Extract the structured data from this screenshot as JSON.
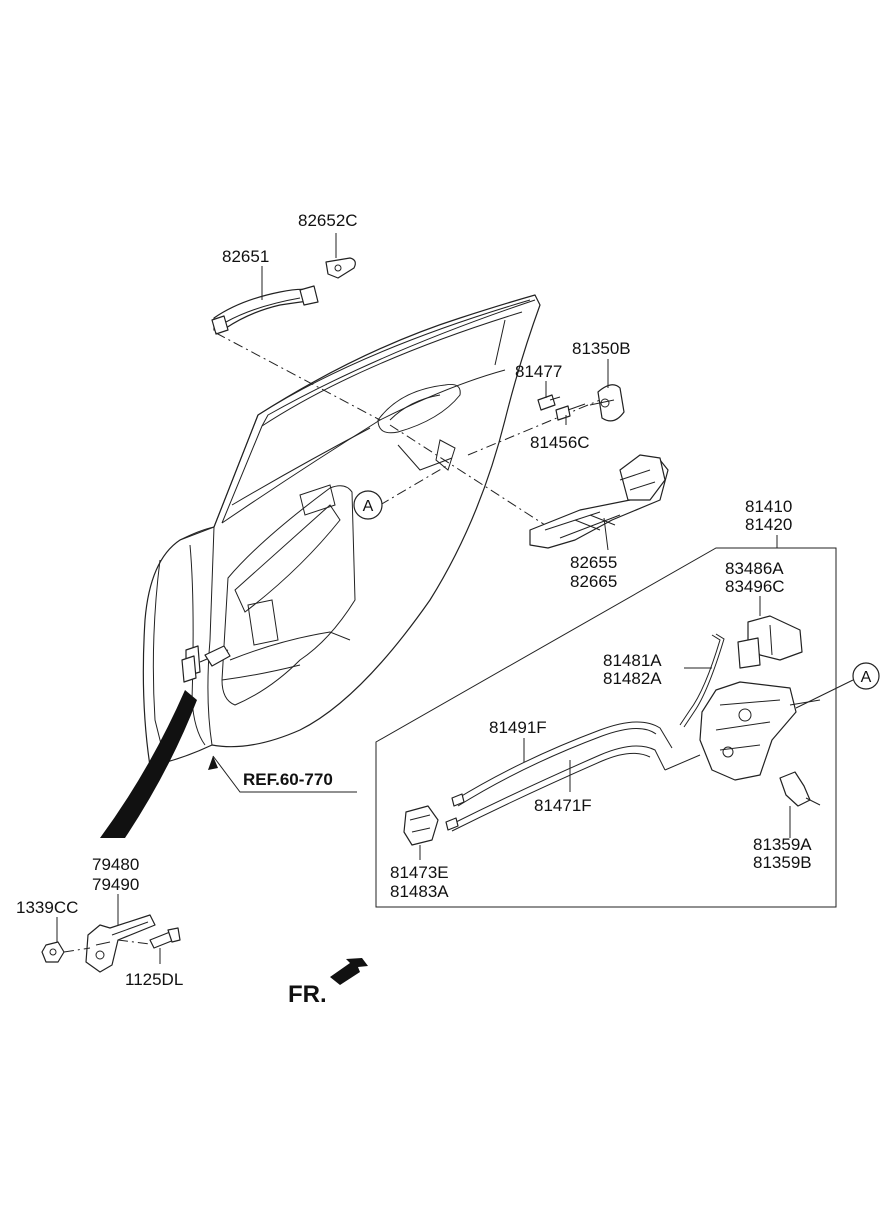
{
  "labels": {
    "p82652c": "82652C",
    "p82651": "82651",
    "p81350b": "81350B",
    "p81477": "81477",
    "p81456c": "81456C",
    "p82655": "82655",
    "p82665": "82665",
    "p81410": "81410",
    "p81420": "81420",
    "p83486a": "83486A",
    "p83496c": "83496C",
    "p81481a": "81481A",
    "p81482a": "81482A",
    "p81491f": "81491F",
    "p81471f": "81471F",
    "p81359a": "81359A",
    "p81359b": "81359B",
    "p81473e": "81473E",
    "p81483a": "81483A",
    "p79480": "79480",
    "p79490": "79490",
    "p1339cc": "1339CC",
    "p1125dl": "1125DL"
  },
  "ref_label": "REF.60-770",
  "callout_a": "A",
  "direction_label": "FR."
}
